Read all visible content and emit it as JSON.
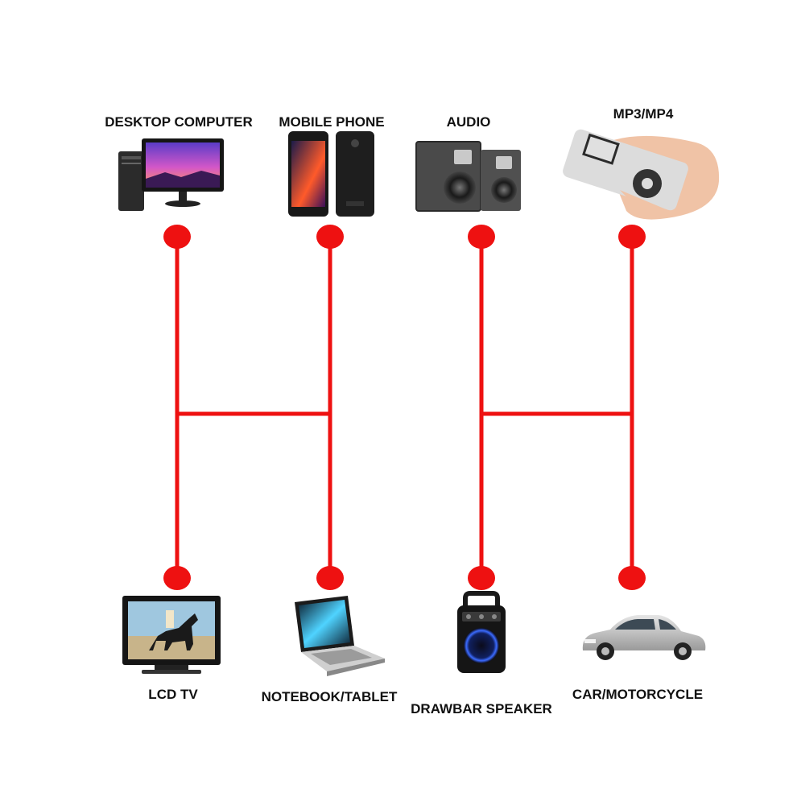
{
  "colors": {
    "connector": "#ee1111",
    "background": "#ffffff",
    "label": "#111111"
  },
  "top_devices": [
    {
      "label": "DESKTOP COMPUTER",
      "icon": "desktop-computer-icon"
    },
    {
      "label": "MOBILE PHONE",
      "icon": "mobile-phone-icon"
    },
    {
      "label": "AUDIO",
      "icon": "audio-speakers-icon"
    },
    {
      "label": "MP3/MP4",
      "icon": "mp3-player-icon"
    }
  ],
  "bottom_devices": [
    {
      "label": "LCD TV",
      "icon": "lcd-tv-icon"
    },
    {
      "label": "NOTEBOOK/TABLET",
      "icon": "notebook-icon"
    },
    {
      "label": "DRAWBAR SPEAKER",
      "icon": "drawbar-speaker-icon"
    },
    {
      "label": "CAR/MOTORCYCLE",
      "icon": "car-icon"
    }
  ]
}
